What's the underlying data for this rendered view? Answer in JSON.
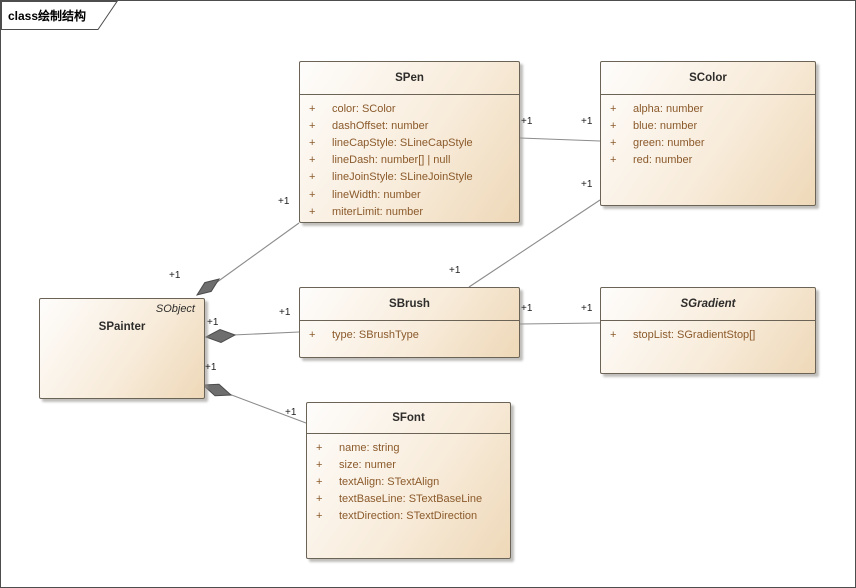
{
  "frame": {
    "tab_label": "class绘制结构"
  },
  "colors": {
    "box_fill_start": "#fefdfc",
    "box_fill_end": "#eed8b8",
    "box_border": "#6b6355",
    "title_text": "#2e2d2b",
    "attr_text": "#8b5a2b",
    "line": "#8c8c8c",
    "diamond_fill": "#6e6e6e",
    "multiplicity_text": "#1f1f1f"
  },
  "classes": [
    {
      "name": "SPen",
      "attributes": [
        {
          "visibility": "+",
          "text": "color: SColor"
        },
        {
          "visibility": "+",
          "text": "dashOffset: number"
        },
        {
          "visibility": "+",
          "text": "lineCapStyle: SLineCapStyle"
        },
        {
          "visibility": "+",
          "text": "lineDash: number[] | null"
        },
        {
          "visibility": "+",
          "text": "lineJoinStyle: SLineJoinStyle"
        },
        {
          "visibility": "+",
          "text": "lineWidth: number"
        },
        {
          "visibility": "+",
          "text": "miterLimit: number"
        }
      ]
    },
    {
      "name": "SColor",
      "attributes": [
        {
          "visibility": "+",
          "text": "alpha: number"
        },
        {
          "visibility": "+",
          "text": "blue: number"
        },
        {
          "visibility": "+",
          "text": "green: number"
        },
        {
          "visibility": "+",
          "text": "red: number"
        }
      ]
    },
    {
      "name": "SPainter",
      "stereotype": "SObject",
      "attributes": []
    },
    {
      "name": "SBrush",
      "attributes": [
        {
          "visibility": "+",
          "text": "type: SBrushType"
        }
      ]
    },
    {
      "name": "SGradient",
      "abstract": true,
      "attributes": [
        {
          "visibility": "+",
          "text": "stopList: SGradientStop[]"
        }
      ]
    },
    {
      "name": "SFont",
      "attributes": [
        {
          "visibility": "+",
          "text": "name: string"
        },
        {
          "visibility": "+",
          "text": "size: numer"
        },
        {
          "visibility": "+",
          "text": "textAlign: STextAlign"
        },
        {
          "visibility": "+",
          "text": "textBaseLine: STextBaseLine"
        },
        {
          "visibility": "+",
          "text": "textDirection: STextDirection"
        }
      ]
    }
  ],
  "connectors": [
    {
      "type": "composition",
      "from": "SPainter",
      "to": "SPen",
      "from_label": "+1",
      "to_label": "+1"
    },
    {
      "type": "composition",
      "from": "SPainter",
      "to": "SBrush",
      "from_label": "+1",
      "to_label": "+1"
    },
    {
      "type": "composition",
      "from": "SPainter",
      "to": "SFont",
      "from_label": "+1",
      "to_label": "+1"
    },
    {
      "type": "association",
      "from": "SPen",
      "to": "SColor",
      "from_label": "+1",
      "to_label": "+1"
    },
    {
      "type": "association",
      "from": "SBrush",
      "to": "SColor",
      "from_label": "+1",
      "to_label": "+1"
    },
    {
      "type": "association",
      "from": "SBrush",
      "to": "SGradient",
      "from_label": "+1",
      "to_label": "+1"
    }
  ]
}
